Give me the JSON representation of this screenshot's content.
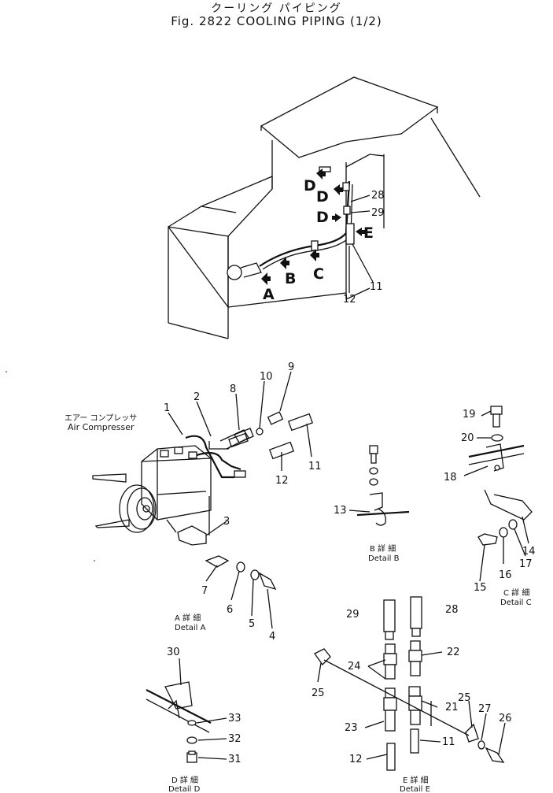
{
  "title": {
    "jp": "クーリング パイピング",
    "en": "Fig. 2822 COOLING PIPING (1/2)"
  },
  "overview": {
    "callouts": [
      "D",
      "D",
      "D",
      "E",
      "A",
      "B",
      "C"
    ],
    "numbers": [
      "28",
      "29",
      "11",
      "12"
    ]
  },
  "parts": [
    "1",
    "2",
    "3",
    "4",
    "5",
    "6",
    "7",
    "8",
    "9",
    "10",
    "11",
    "12",
    "13",
    "14",
    "15",
    "16",
    "17",
    "18",
    "19",
    "20",
    "21",
    "22",
    "23",
    "24",
    "25",
    "26",
    "27",
    "28",
    "29",
    "30",
    "31",
    "32",
    "33"
  ],
  "labels": {
    "air_compressor_jp": "エアー コンプレッサ",
    "air_compressor_en": "Air Compresser"
  },
  "details": {
    "a": {
      "jp": "A 詳 細",
      "en": "Detail  A"
    },
    "b": {
      "jp": "B 詳 細",
      "en": "Detail  B"
    },
    "c": {
      "jp": "C 詳 細",
      "en": "Detail  C"
    },
    "d": {
      "jp": "D 詳 細",
      "en": "Detail  D"
    },
    "e": {
      "jp": "E 詳 細",
      "en": "Detail  E"
    }
  }
}
